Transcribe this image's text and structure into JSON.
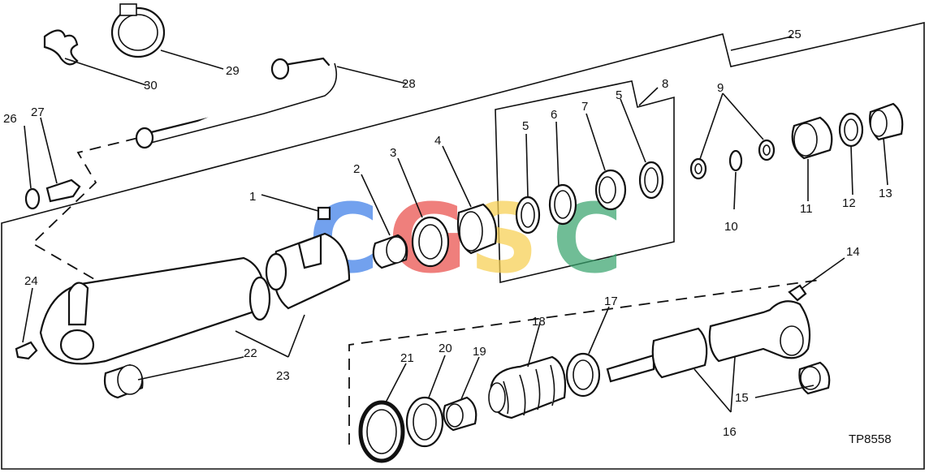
{
  "figure_code": "TP8558",
  "callouts": [
    "1",
    "2",
    "3",
    "4",
    "5",
    "5",
    "6",
    "7",
    "8",
    "9",
    "10",
    "11",
    "12",
    "13",
    "14",
    "15",
    "16",
    "17",
    "18",
    "19",
    "20",
    "21",
    "22",
    "23",
    "24",
    "25",
    "26",
    "27",
    "28",
    "29",
    "30"
  ],
  "watermark": {
    "letters": [
      "C",
      "G",
      "S",
      "C"
    ],
    "colors": [
      "#3d7ee8",
      "#ea4f4a",
      "#f7cf52",
      "#3aa56f"
    ]
  }
}
